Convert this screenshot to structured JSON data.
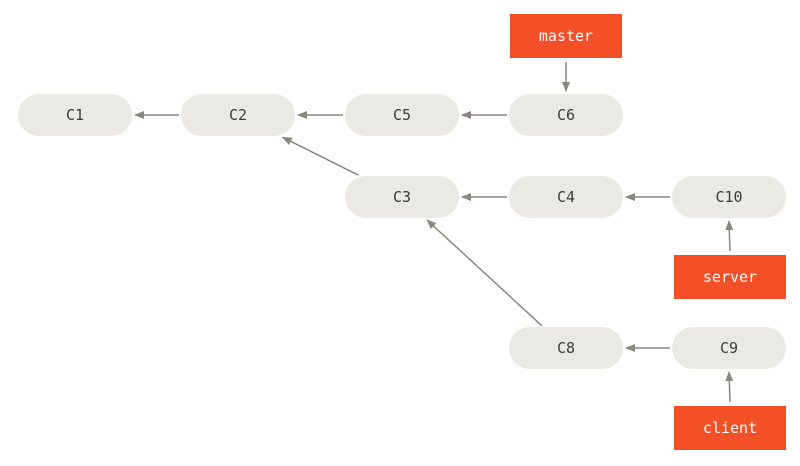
{
  "colors": {
    "commit_fill": "#ebe9e3",
    "commit_text": "#3a3a38",
    "branch_fill": "#f35028",
    "branch_text": "#ffffff",
    "arrow": "#8a8780"
  },
  "commits": [
    {
      "id": "C1",
      "label": "C1"
    },
    {
      "id": "C2",
      "label": "C2"
    },
    {
      "id": "C5",
      "label": "C5"
    },
    {
      "id": "C6",
      "label": "C6"
    },
    {
      "id": "C3",
      "label": "C3"
    },
    {
      "id": "C4",
      "label": "C4"
    },
    {
      "id": "C10",
      "label": "C10"
    },
    {
      "id": "C8",
      "label": "C8"
    },
    {
      "id": "C9",
      "label": "C9"
    }
  ],
  "branches": [
    {
      "name": "master",
      "points_to": "C6"
    },
    {
      "name": "server",
      "points_to": "C10"
    },
    {
      "name": "client",
      "points_to": "C9"
    }
  ],
  "parent_links": [
    {
      "from": "C2",
      "to": "C1"
    },
    {
      "from": "C5",
      "to": "C2"
    },
    {
      "from": "C6",
      "to": "C5"
    },
    {
      "from": "C3",
      "to": "C2"
    },
    {
      "from": "C4",
      "to": "C3"
    },
    {
      "from": "C10",
      "to": "C4"
    },
    {
      "from": "C8",
      "to": "C3"
    },
    {
      "from": "C9",
      "to": "C8"
    }
  ]
}
